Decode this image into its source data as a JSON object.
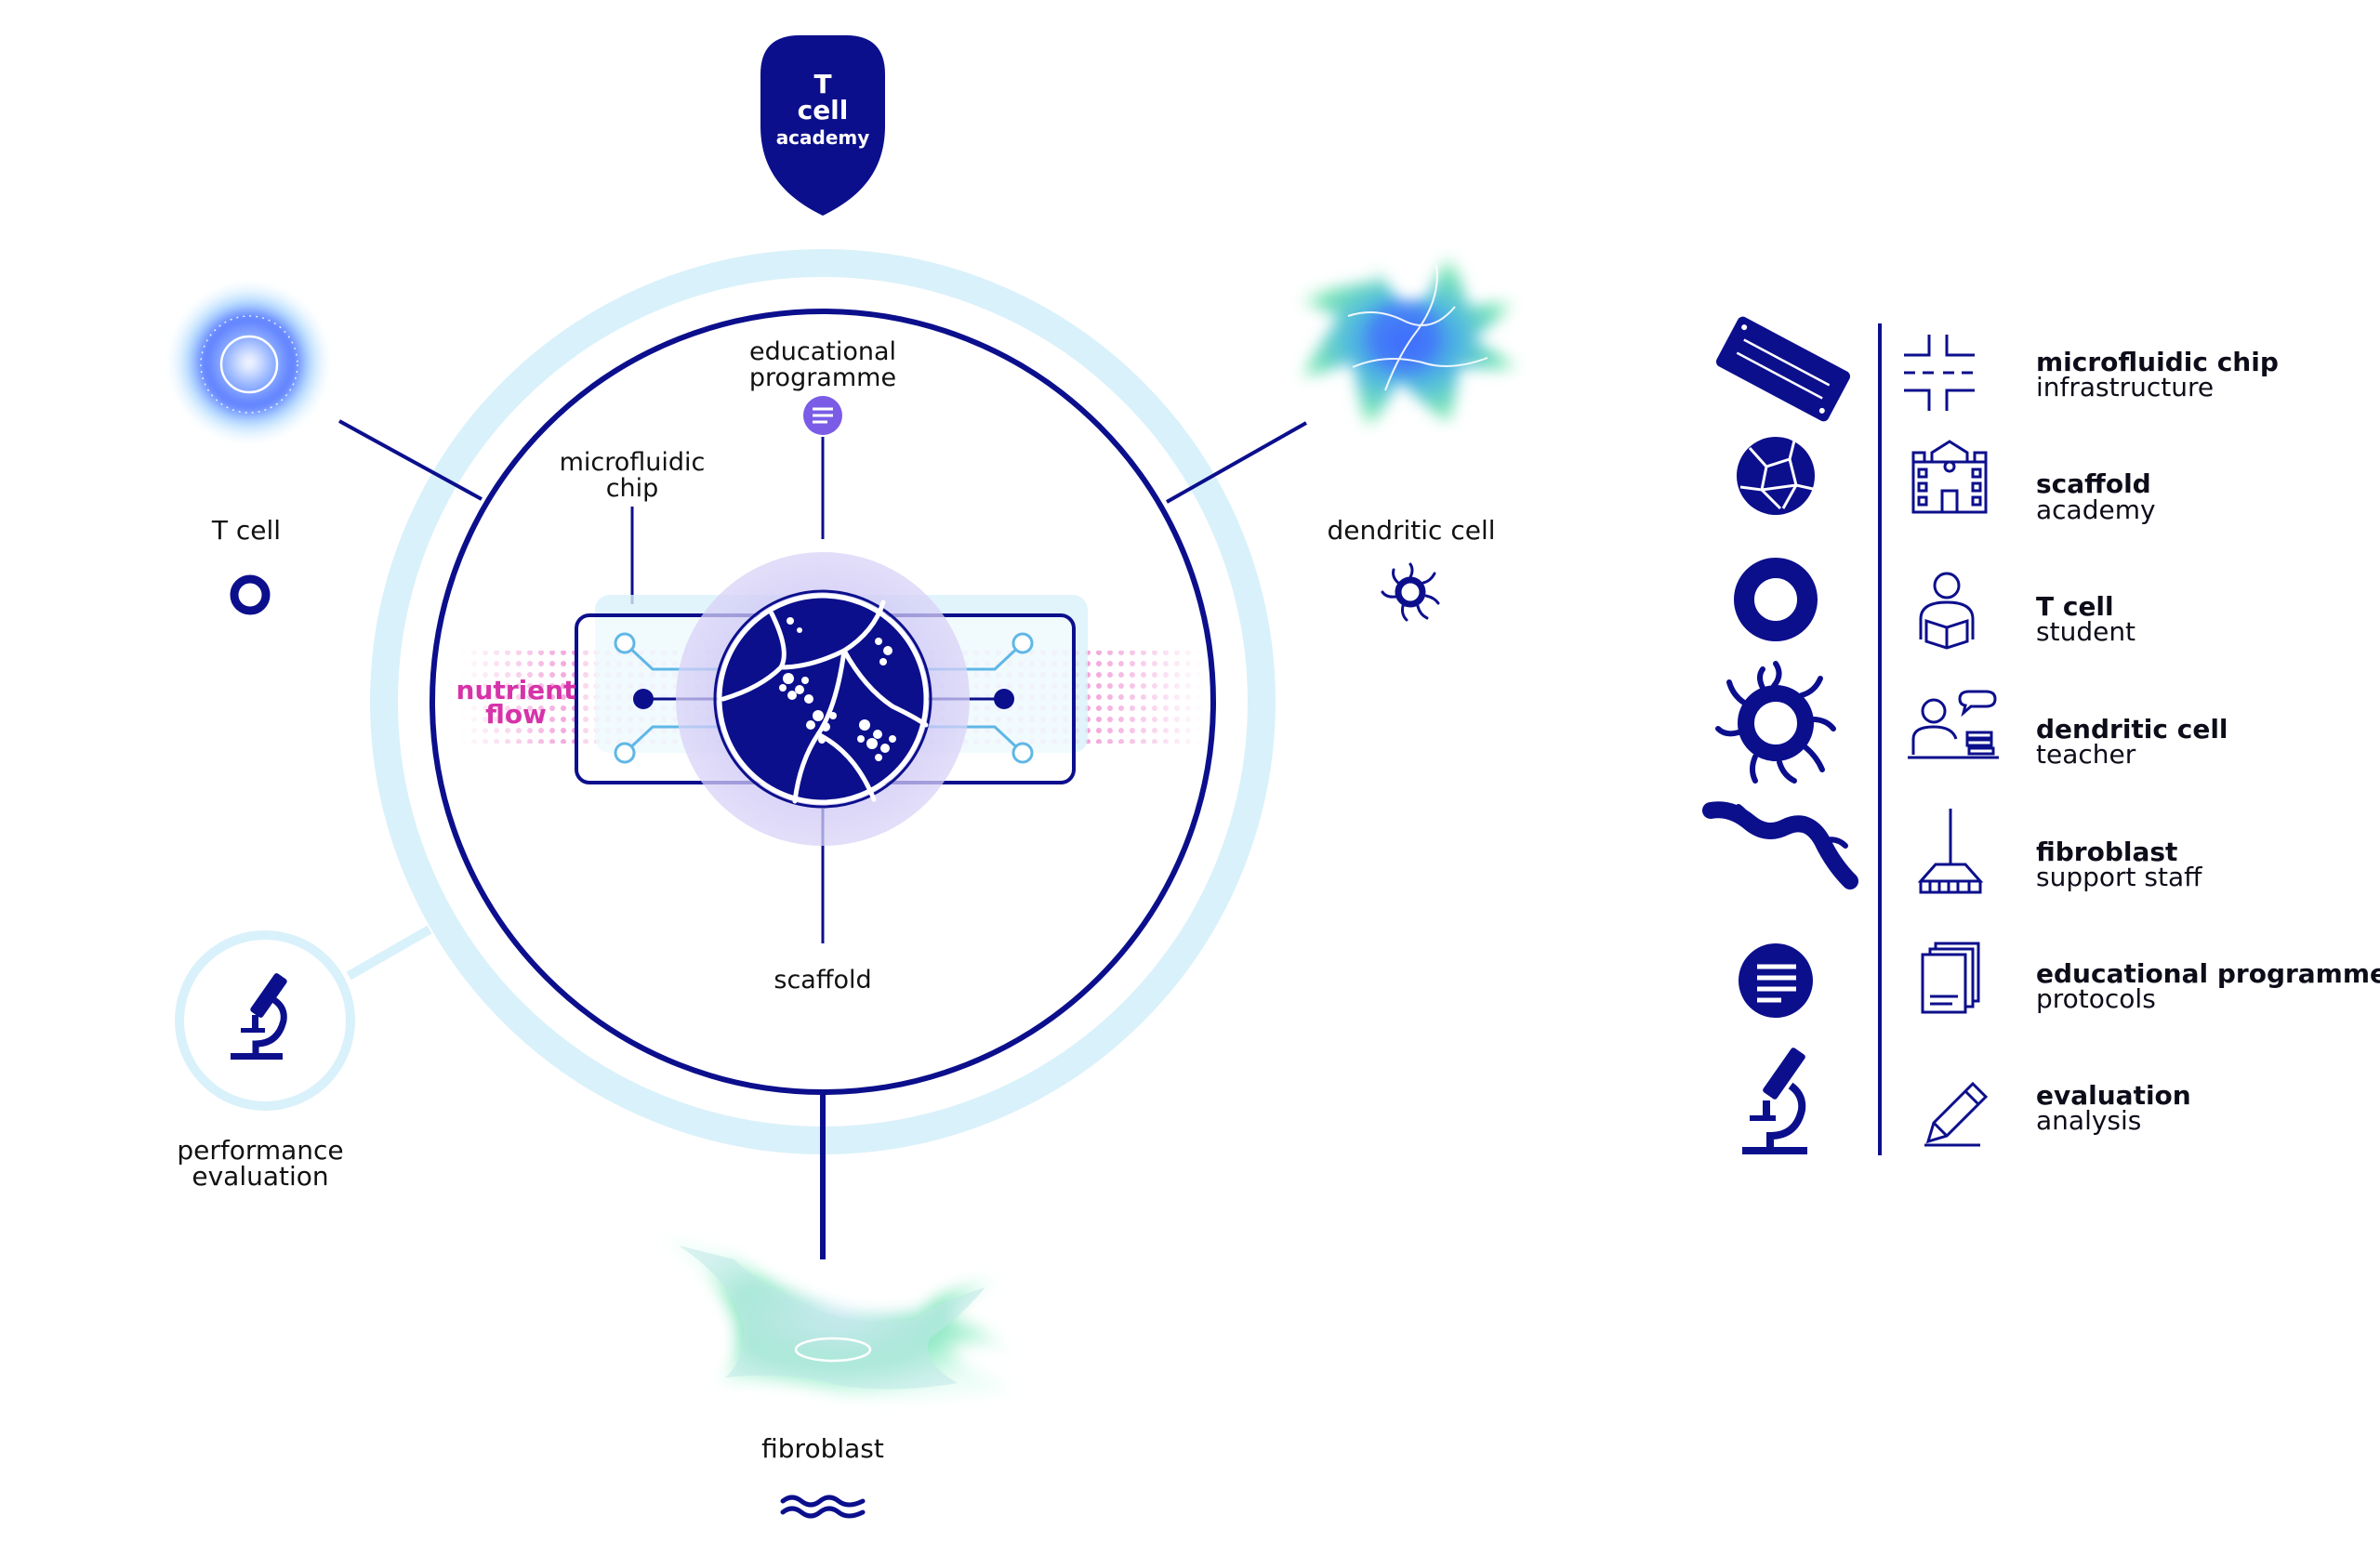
{
  "colors": {
    "navy": "#0c0f8c",
    "ring_light": "#d9f1fa",
    "halo_purple": "#c9c2f2",
    "flow_pink": "#e65fbf",
    "channel_light_blue": "#5fb7e6",
    "glow_green": "#56e0a8",
    "glow_blue": "#6c8cff",
    "prog_purple": "#7a5ce6"
  },
  "badge": {
    "line1": "T",
    "line2": "cell",
    "line3": "academy"
  },
  "diagram": {
    "t_cell": {
      "label": "T cell"
    },
    "dendritic_cell": {
      "label": "dendritic cell"
    },
    "fibroblast": {
      "label": "fibroblast"
    },
    "performance": {
      "line1": "performance",
      "line2": "evaluation"
    },
    "educational": {
      "line1": "educational",
      "line2": "programme"
    },
    "microfluidic": {
      "line1": "microfluidic",
      "line2": "chip"
    },
    "scaffold": {
      "label": "scaffold"
    },
    "nutrient": {
      "line1": "nutrient",
      "line2": "flow"
    }
  },
  "legend": [
    {
      "icon": "microfluidic-chip-icon",
      "role_icon": "road-intersection-icon",
      "name": "microfluidic chip",
      "role": "infrastructure"
    },
    {
      "icon": "scaffold-icon",
      "role_icon": "school-building-icon",
      "name": "scaffold",
      "role": "academy"
    },
    {
      "icon": "t-cell-ring-icon",
      "role_icon": "student-reading-icon",
      "name": "T cell",
      "role": "student"
    },
    {
      "icon": "dendritic-cell-icon",
      "role_icon": "teacher-at-desk-icon",
      "name": "dendritic cell",
      "role": "teacher"
    },
    {
      "icon": "fibroblast-icon",
      "role_icon": "broom-icon",
      "name": "fibroblast",
      "role": "support staff"
    },
    {
      "icon": "document-icon",
      "role_icon": "documents-stack-icon",
      "name": "educational programme",
      "role": "protocols"
    },
    {
      "icon": "microscope-icon",
      "role_icon": "pencil-icon",
      "name": "evaluation",
      "role": "analysis"
    }
  ]
}
